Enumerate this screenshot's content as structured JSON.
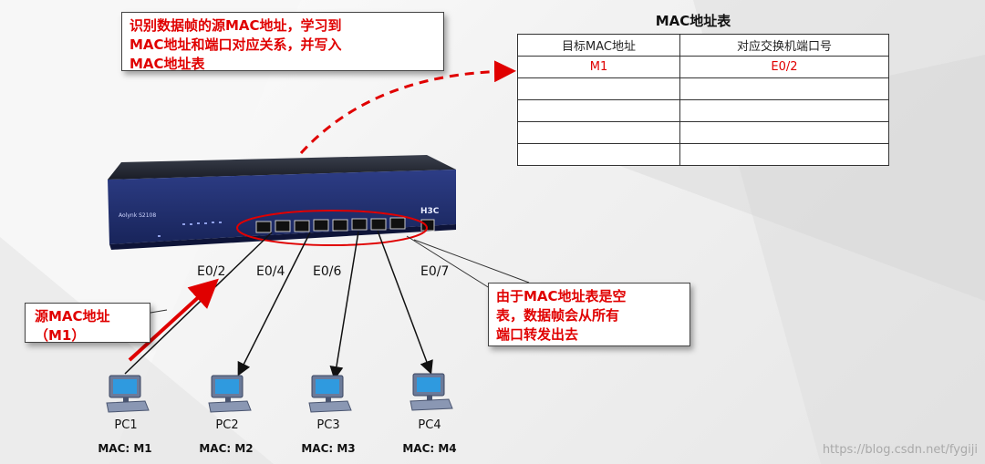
{
  "callouts": {
    "top": [
      "识别数据帧的源MAC地址，学习到",
      "MAC地址和端口对应关系，并写入",
      "MAC地址表"
    ],
    "right": [
      "由于MAC地址表是空",
      "表，数据帧会从所有",
      "端口转发出去"
    ],
    "left": [
      "源MAC地址",
      "（M1）"
    ]
  },
  "mac_table": {
    "title": "MAC地址表",
    "headers": [
      "目标MAC地址",
      "对应交换机端口号"
    ],
    "rows": [
      [
        "M1",
        "E0/2"
      ],
      [
        "",
        ""
      ],
      [
        "",
        ""
      ],
      [
        "",
        ""
      ],
      [
        "",
        ""
      ]
    ]
  },
  "switch": {
    "model_text": "Aolynk  S2108",
    "brand": "H3C"
  },
  "ports": [
    "E0/2",
    "E0/4",
    "E0/6",
    "E0/7"
  ],
  "pcs": [
    {
      "name": "PC1",
      "mac": "MAC: M1"
    },
    {
      "name": "PC2",
      "mac": "MAC: M2"
    },
    {
      "name": "PC3",
      "mac": "MAC: M3"
    },
    {
      "name": "PC4",
      "mac": "MAC: M4"
    }
  ],
  "watermark": "https://blog.csdn.net/fygiji",
  "colors": {
    "accent_red": "#e00000",
    "switch_blue": "#1f2f6e"
  }
}
